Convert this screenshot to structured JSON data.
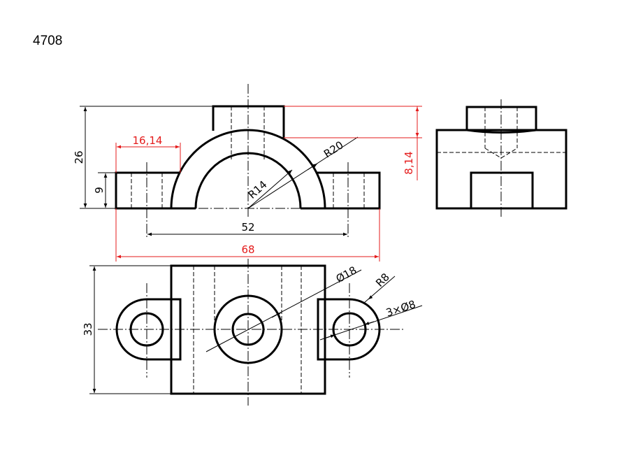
{
  "sheet_id": "4708",
  "dimensions": {
    "d_26": "26",
    "d_9": "9",
    "d_16_14": "16,14",
    "d_r20": "R20",
    "d_r14": "R14",
    "d_8_14": "8,14",
    "d_52": "52",
    "d_68": "68",
    "d_33": "33",
    "d_phi18": "Ø18",
    "d_r8": "R8",
    "d_3xphi8": "3×Ø8"
  },
  "colors": {
    "line": "#000000",
    "highlight": "#e41b1b",
    "background": "#ffffff"
  }
}
